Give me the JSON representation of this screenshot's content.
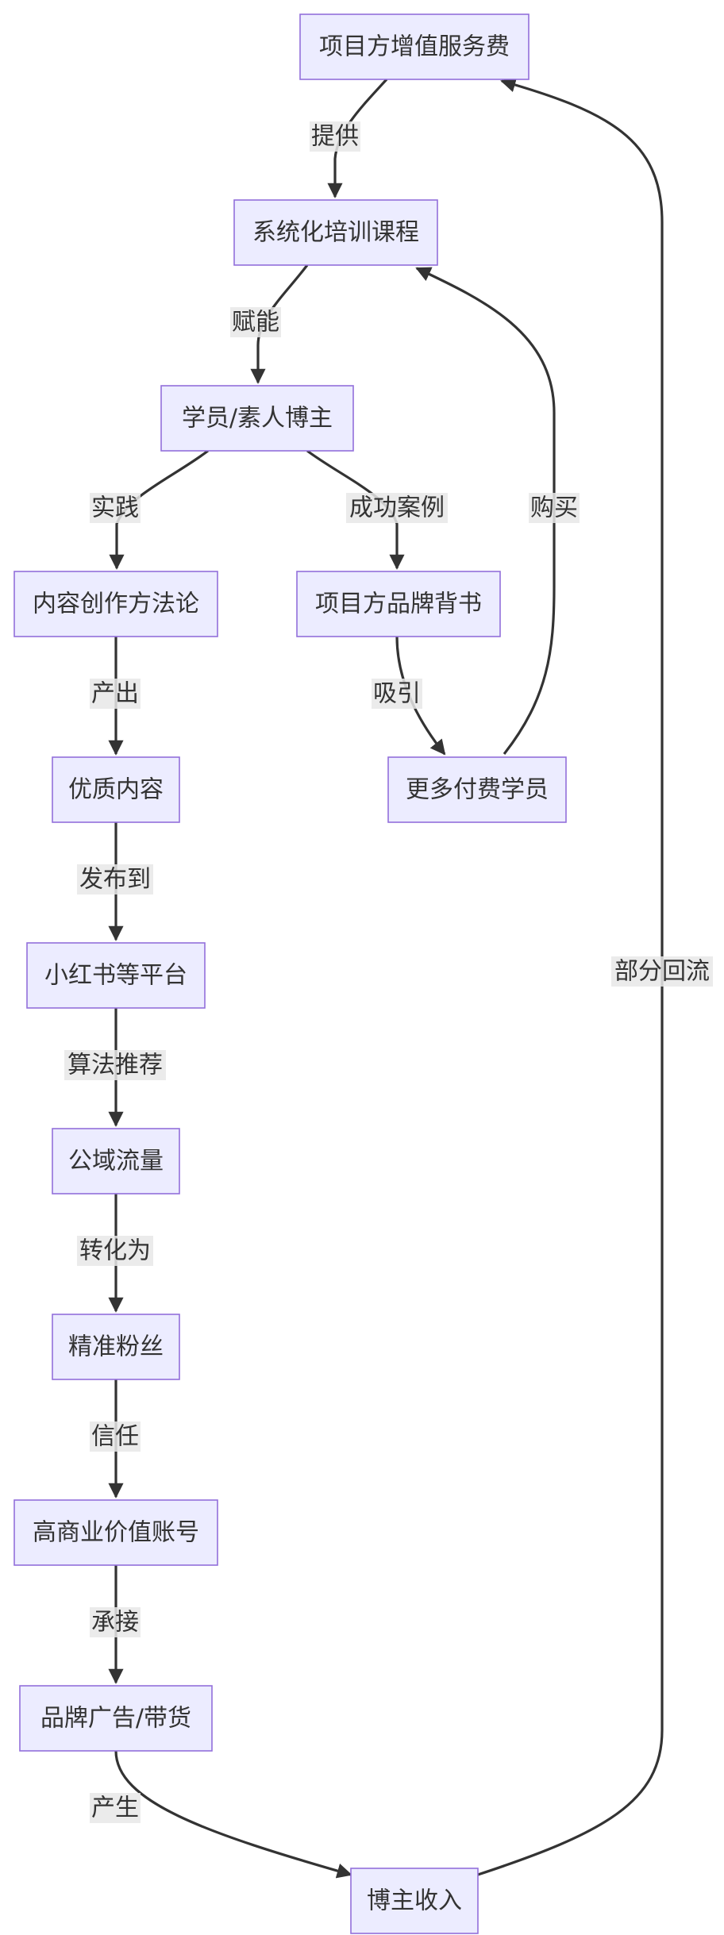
{
  "nodes": {
    "service_fee": "项目方增值服务费",
    "training": "系统化培训课程",
    "student": "学员/素人博主",
    "method": "内容创作方法论",
    "endorsement": "项目方品牌背书",
    "quality_content": "优质内容",
    "more_students": "更多付费学员",
    "platform": "小红书等平台",
    "public_traffic": "公域流量",
    "fans": "精准粉丝",
    "account": "高商业价值账号",
    "ads": "品牌广告/带货",
    "income": "博主收入"
  },
  "edges": {
    "provide": "提供",
    "empower": "赋能",
    "practice": "实践",
    "success_case": "成功案例",
    "produce": "产出",
    "attract": "吸引",
    "buy": "购买",
    "publish": "发布到",
    "algorithm": "算法推荐",
    "convert": "转化为",
    "trust": "信任",
    "undertake": "承接",
    "generate": "产生",
    "backflow": "部分回流"
  },
  "colors": {
    "node_fill": "#ECECFF",
    "node_stroke": "#9370DB",
    "edge": "#333333",
    "label_bg": "#e8e8e8",
    "text": "#333333"
  }
}
